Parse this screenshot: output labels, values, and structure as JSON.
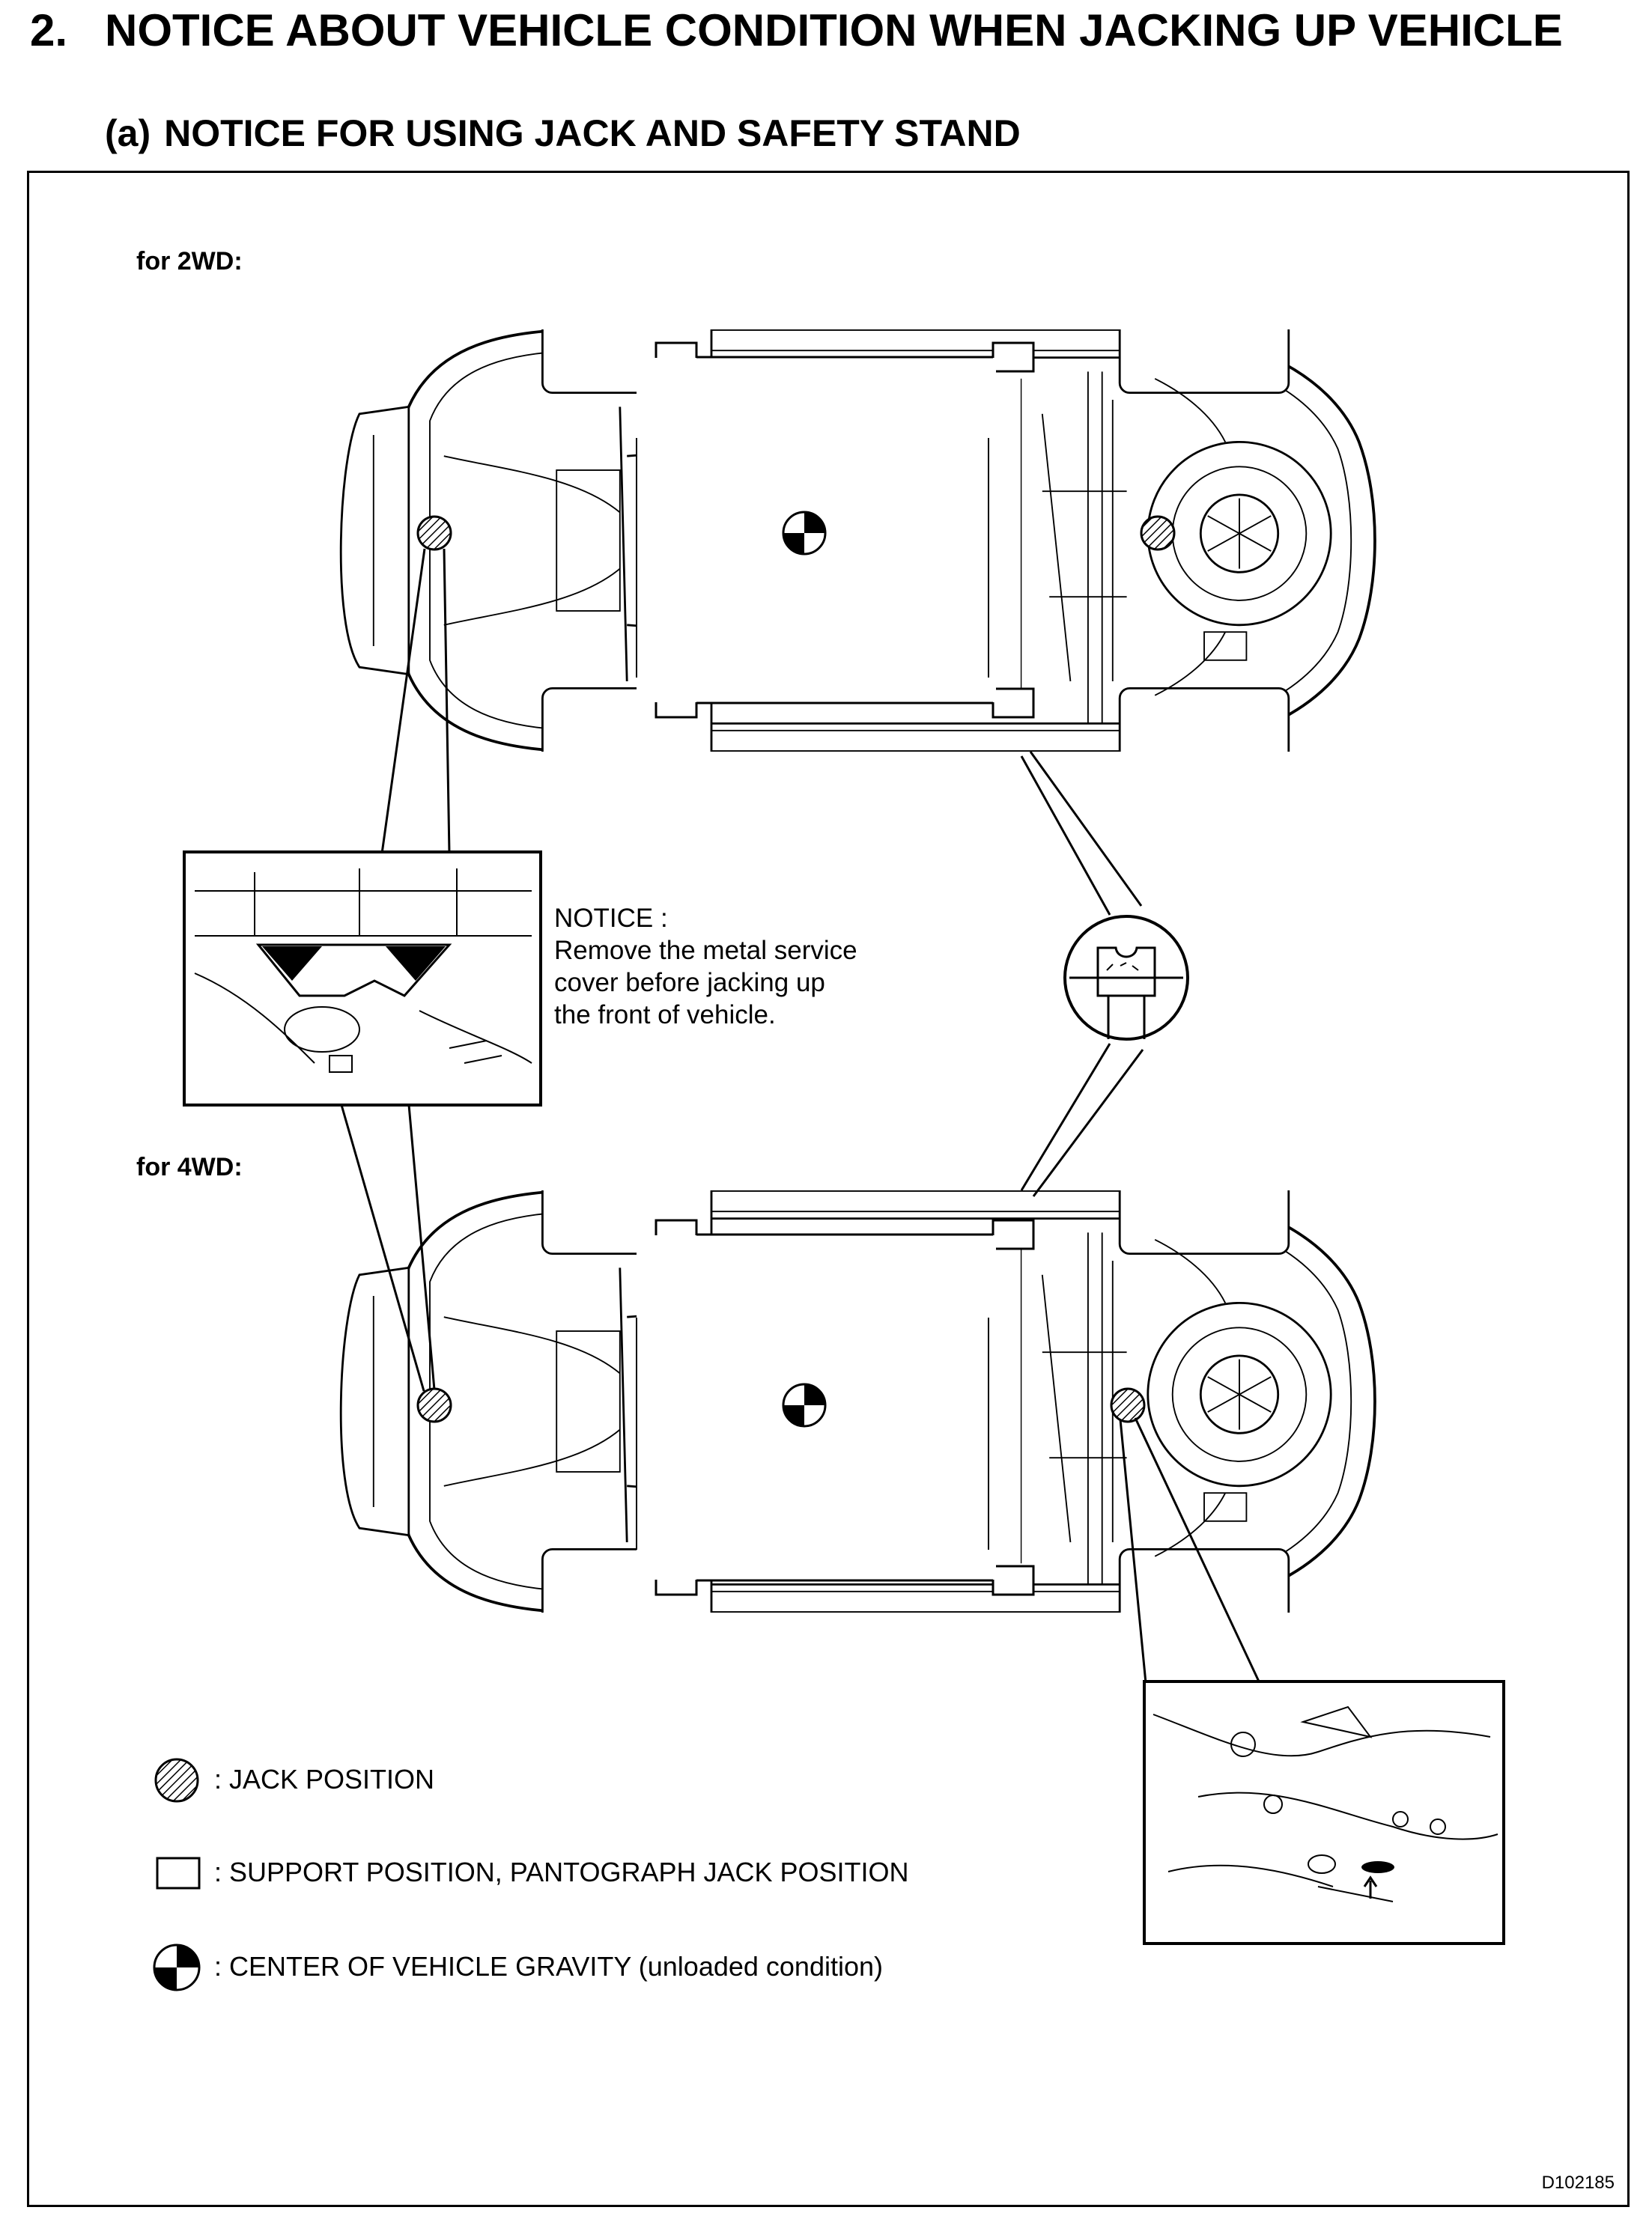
{
  "section": {
    "number": "2.",
    "title": "NOTICE ABOUT VEHICLE CONDITION WHEN JACKING UP VEHICLE"
  },
  "subsection": {
    "marker": "(a)",
    "title": "NOTICE FOR USING JACK AND SAFETY STAND"
  },
  "diagram": {
    "views": [
      {
        "label": "for 2WD:"
      },
      {
        "label": "for 4WD:"
      }
    ],
    "notice": {
      "heading": "NOTICE :",
      "lines": [
        "Remove the metal service",
        "cover before jacking up",
        "the front of vehicle."
      ]
    },
    "legend": [
      {
        "symbol": "hatched-circle-icon",
        "text": ":  JACK POSITION"
      },
      {
        "symbol": "rectangle-icon",
        "text": ":  SUPPORT POSITION, PANTOGRAPH JACK POSITION"
      },
      {
        "symbol": "center-gravity-icon",
        "text": ":  CENTER OF VEHICLE GRAVITY (unloaded condition)"
      }
    ],
    "figure_code": "D102185"
  }
}
